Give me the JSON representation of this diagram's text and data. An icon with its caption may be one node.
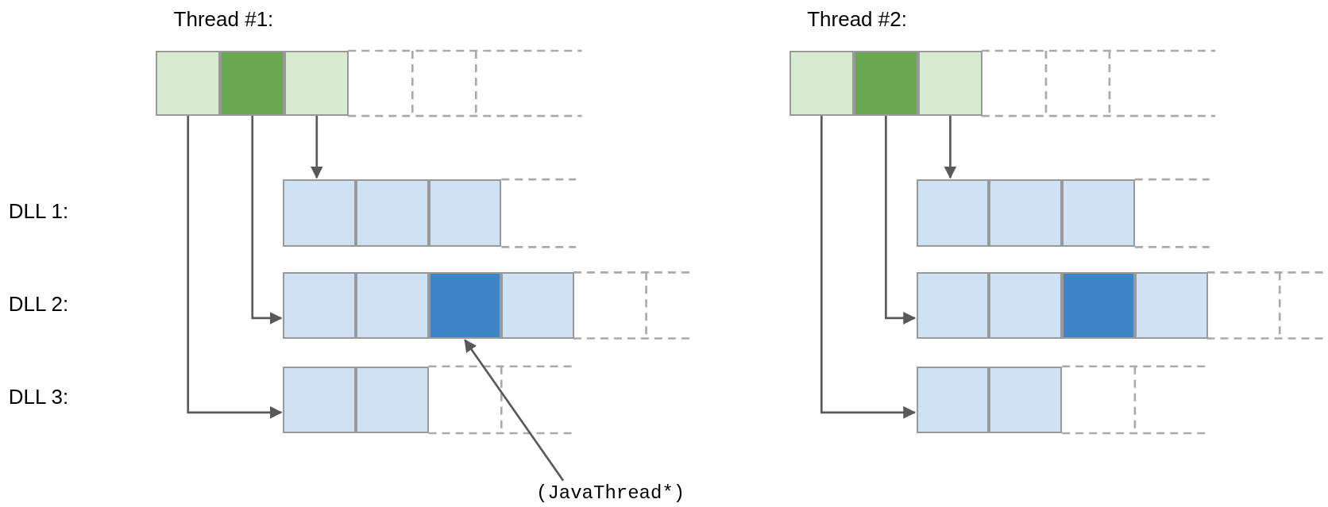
{
  "diagram": {
    "nodes": [
      {
        "text": [],
        "shape": "box"
      },
      {
        "text": [],
        "shape": "box"
      },
      {
        "text": [],
        "shape": "box"
      },
      {
        "text": [],
        "shape": "box"
      },
      {
        "text": [],
        "shape": "box"
      },
      {
        "text": [],
        "shape": "box"
      },
      {
        "text": [],
        "shape": "box"
      },
      {
        "text": [],
        "shape": "box"
      },
      {
        "text": [],
        "shape": "box"
      },
      {
        "text": [],
        "shape": "box"
      },
      {
        "text": [],
        "shape": "box"
      },
      {
        "text": [],
        "shape": "box"
      },
      {
        "text": [],
        "shape": "box"
      },
      {
        "text": [],
        "shape": "box"
      },
      {
        "text": [],
        "shape": "box"
      },
      {
        "text": [],
        "shape": "box"
      },
      {
        "text": [],
        "shape": "box"
      },
      {
        "text": [],
        "shape": "box"
      },
      {
        "text": [],
        "shape": "box"
      },
      {
        "text": [],
        "shape": "box"
      },
      {
        "text": [],
        "shape": "box"
      },
      {
        "text": [],
        "shape": "box"
      },
      {
        "text": [],
        "shape": "box"
      },
      {
        "text": [],
        "shape": "box"
      },
      {
        "text": [
          "(JavaThread*)"
        ]
      }
    ],
    "edges": [
      {
        "from": 0,
        "to": 20,
        "arrow": "to"
      },
      {
        "from": 1,
        "to": 12,
        "arrow": "to"
      },
      {
        "from": 2,
        "to": 6,
        "arrow": "to"
      },
      {
        "from": 3,
        "to": 22,
        "arrow": "to"
      },
      {
        "from": 4,
        "to": 16,
        "arrow": "to"
      },
      {
        "from": 5,
        "to": 9,
        "arrow": "to"
      },
      {
        "from": 24,
        "to": 14,
        "arrow": "to"
      }
    ],
    "labels": [
      "Thread #1:",
      "Thread #2:",
      "DLL 1:",
      "DLL 2:",
      "DLL 3:"
    ]
  }
}
